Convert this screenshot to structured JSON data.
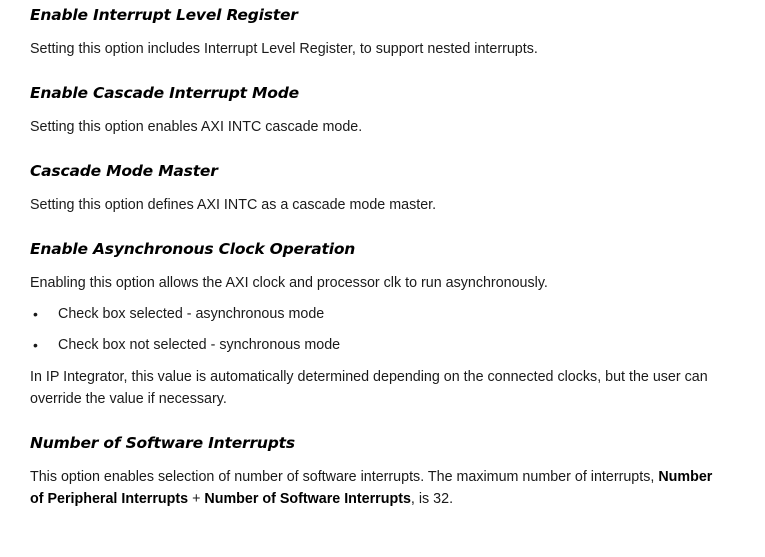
{
  "document": {
    "sections": [
      {
        "heading": "Enable Interrupt Level Register",
        "paragraph": "Setting this option includes Interrupt Level Register, to support nested interrupts."
      },
      {
        "heading": "Enable Cascade Interrupt Mode",
        "paragraph": "Setting this option enables AXI INTC cascade mode."
      },
      {
        "heading": "Cascade Mode Master",
        "paragraph": "Setting this option defines AXI INTC as a cascade mode master."
      },
      {
        "heading": "Enable Asynchronous Clock Operation",
        "paragraph": "Enabling this option allows the AXI clock and processor clk to run asynchronously.",
        "bullets": [
          "Check box selected - asynchronous mode",
          "Check box not selected - synchronous mode"
        ],
        "paragraph2": "In IP Integrator, this value is automatically determined depending on the connected clocks, but the user can override the value if necessary."
      },
      {
        "heading": "Number of Software Interrupts",
        "paragraph_runs": [
          {
            "text": "This option enables selection of number of software interrupts. The maximum number of interrupts, ",
            "bold": false
          },
          {
            "text": "Number of Peripheral Interrupts",
            "bold": true
          },
          {
            "text": " + ",
            "bold": false
          },
          {
            "text": "Number of Software Interrupts",
            "bold": true
          },
          {
            "text": ", is 32.",
            "bold": false
          }
        ]
      }
    ],
    "bullet_glyph": "•",
    "colors": {
      "page_background": "#ffffff",
      "heading_text": "#000000",
      "body_text": "#1a1a1a"
    }
  }
}
